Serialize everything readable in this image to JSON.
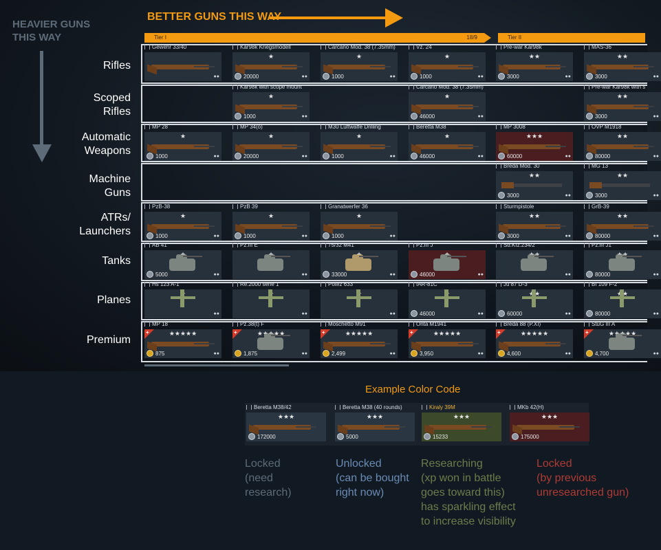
{
  "header": {
    "top_label": "BETTER GUNS THIS WAY",
    "side_label_line1": "HEAVIER GUNS",
    "side_label_line2": "THIS WAY",
    "colors": {
      "accent": "#f39a10",
      "side": "#5d6b79"
    }
  },
  "tiers": [
    {
      "label": "Tier I",
      "right_text": "18/9"
    },
    {
      "label": "Tier II"
    }
  ],
  "rows": [
    {
      "label_line1": "Rifles",
      "label_line2": "",
      "cards": [
        {
          "title": "Gewehr 33/40",
          "stars": "",
          "cost": "",
          "coin": "none"
        },
        {
          "title": "Kar98k Kriegsmodell",
          "stars": "★",
          "cost": "20000",
          "coin": "silver"
        },
        {
          "title": "Carcano Mod. 38 (7.35mm)",
          "stars": "★",
          "cost": "1000",
          "coin": "silver"
        },
        {
          "title": "Vz. 24",
          "stars": "★",
          "cost": "1000",
          "coin": "silver"
        },
        {
          "title": "Pre-war Kar98k",
          "stars": "★★",
          "cost": "3000",
          "coin": "silver"
        },
        {
          "title": "MAS-36",
          "stars": "★★",
          "cost": "3000",
          "coin": "silver"
        }
      ]
    },
    {
      "label_line1": "Scoped",
      "label_line2": "Rifles",
      "cards": [
        {
          "title": "Kar98k with scope mount",
          "stars": "★",
          "cost": "1000",
          "coin": "silver"
        },
        {
          "title": "Carcano Mod. 38 (7.35mm)",
          "stars": "★",
          "cost": "46000",
          "coin": "silver"
        },
        {
          "title": "Pre-war Kar98k with s",
          "stars": "★★",
          "cost": "3000",
          "coin": "silver"
        }
      ]
    },
    {
      "label_line1": "Automatic",
      "label_line2": "Weapons",
      "cards": [
        {
          "title": "MP 28",
          "stars": "★",
          "cost": "1000",
          "coin": "silver"
        },
        {
          "title": "MP 34(o)",
          "stars": "★",
          "cost": "20000",
          "coin": "silver"
        },
        {
          "title": "M30 Luftwaffe Drilling",
          "stars": "★",
          "cost": "1000",
          "coin": "silver"
        },
        {
          "title": "Beretta M38",
          "stars": "★",
          "cost": "46000",
          "coin": "silver"
        },
        {
          "title": "MP 3008",
          "stars": "★★★",
          "cost": "60000",
          "coin": "silver"
        },
        {
          "title": "OVP M1918",
          "stars": "★★",
          "cost": "80000",
          "coin": "silver"
        }
      ]
    },
    {
      "label_line1": "Machine",
      "label_line2": "Guns",
      "cards": [
        {
          "title": "Breda Mod. 30",
          "stars": "★★",
          "cost": "3000",
          "coin": "silver"
        },
        {
          "title": "MG 13",
          "stars": "★★",
          "cost": "3000",
          "coin": "silver"
        }
      ]
    },
    {
      "label_line1": "ATRs/",
      "label_line2": "Launchers",
      "cards": [
        {
          "title": "PzB-38",
          "stars": "★",
          "cost": "1000",
          "coin": "silver"
        },
        {
          "title": "PzB 39",
          "stars": "★",
          "cost": "1000",
          "coin": "silver"
        },
        {
          "title": "Granatwerfer 36",
          "stars": "★",
          "cost": "1000",
          "coin": "silver"
        },
        {
          "title": "Sturmpistole",
          "stars": "★★",
          "cost": "3000",
          "coin": "silver"
        },
        {
          "title": "GrB-39",
          "stars": "★★",
          "cost": "80000",
          "coin": "silver"
        }
      ]
    },
    {
      "label_line1": "Tanks",
      "label_line2": "",
      "cards": [
        {
          "title": "AB 41",
          "stars": "★",
          "cost": "5000",
          "coin": "silver"
        },
        {
          "title": "Pz.III E",
          "stars": "★",
          "cost": "",
          "coin": "none"
        },
        {
          "title": "75/32 M41",
          "stars": "★",
          "cost": "33000",
          "coin": "silver"
        },
        {
          "title": "Pz.III J",
          "stars": "★",
          "cost": "46000",
          "coin": "silver"
        },
        {
          "title": "Sd.Kfz.234/2",
          "stars": "★★",
          "cost": "",
          "coin": "none"
        },
        {
          "title": "Pz.III J1",
          "stars": "★★",
          "cost": "80000",
          "coin": "silver"
        }
      ]
    },
    {
      "label_line1": "Planes",
      "label_line2": "",
      "cards": [
        {
          "title": "Hs 123 A-1",
          "stars": "★",
          "cost": "",
          "coin": "none"
        },
        {
          "title": "Re.2000 serie 1",
          "stars": "★",
          "cost": "",
          "coin": "none"
        },
        {
          "title": "Potez 633",
          "stars": "★",
          "cost": "",
          "coin": "none"
        },
        {
          "title": "IAR-81C",
          "stars": "★",
          "cost": "46000",
          "coin": "silver"
        },
        {
          "title": "Ju 87 D-3",
          "stars": "★★",
          "cost": "60000",
          "coin": "silver"
        },
        {
          "title": "Bf 109 F-2",
          "stars": "★★",
          "cost": "80000",
          "coin": "silver"
        }
      ]
    },
    {
      "label_line1": "Premium",
      "label_line2": "",
      "cards": [
        {
          "title": "MP 18",
          "stars": "★★★★★",
          "cost": "875",
          "coin": "gold"
        },
        {
          "title": "Pz.38(t) F",
          "stars": "★★★★★",
          "cost": "1,875",
          "coin": "gold"
        },
        {
          "title": "Moschetto M91",
          "stars": "★★★★★",
          "cost": "2,499",
          "coin": "gold"
        },
        {
          "title": "Orita M1941",
          "stars": "★★★★★",
          "cost": "3,950",
          "coin": "gold"
        },
        {
          "title": "Breda 88 (P.XI)",
          "stars": "★★★★★",
          "cost": "4,600",
          "coin": "gold"
        },
        {
          "title": "StuG III A",
          "stars": "★★★★★",
          "cost": "4,700",
          "coin": "gold"
        }
      ]
    }
  ],
  "legend": {
    "title": "Example Color Code",
    "cards": [
      {
        "title": "Beretta M38/42",
        "stars": "★★★",
        "cost": "172000"
      },
      {
        "title": "Beretta M38 (40 rounds)",
        "stars": "★★★",
        "cost": "5000"
      },
      {
        "title": "Kiraly 39M",
        "stars": "★★★",
        "cost": "15233"
      },
      {
        "title": "MKb 42(H)",
        "stars": "★★★",
        "cost": "175000"
      }
    ],
    "texts": [
      {
        "l1": "Locked",
        "l2": "(need",
        "l3": "research)",
        "l4": "",
        "l5": ""
      },
      {
        "l1": "Unlocked",
        "l2": "(can be bought",
        "l3": "right now)",
        "l4": "",
        "l5": ""
      },
      {
        "l1": "Researching",
        "l2": "(xp won in battle",
        "l3": "goes toward this)",
        "l4": "has sparkling effect",
        "l5": "to increase visibility"
      },
      {
        "l1": "Locked",
        "l2": "(by previous",
        "l3": "unresearched gun)",
        "l4": "",
        "l5": ""
      }
    ]
  }
}
